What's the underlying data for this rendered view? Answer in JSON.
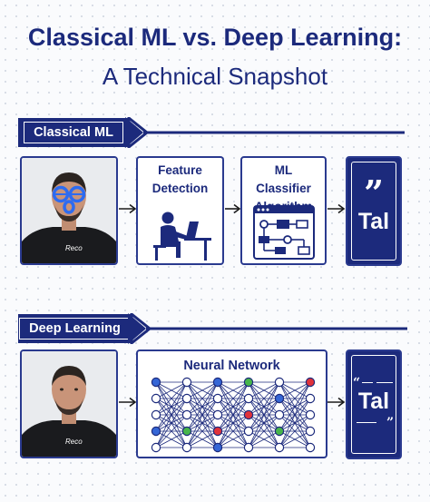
{
  "title": {
    "line1": "Classical ML vs. Deep Learning:",
    "line2": "A Technical Snapshot"
  },
  "classical": {
    "section_label": "Classical ML",
    "feature_label": "Feature Detection",
    "classifier_label": "ML Classifier Algorithm",
    "photo_text": "Reco",
    "output_text": "Tal"
  },
  "deep": {
    "section_label": "Deep Learning",
    "network_label": "Neural Network",
    "photo_text": "Reco",
    "output_text": "Tal"
  },
  "colors": {
    "navy": "#1c2a7c",
    "node_blue": "#3566d6",
    "node_red": "#e0323a",
    "node_green": "#47b54a",
    "accent_blue": "#2d6bf0"
  },
  "icons": [
    "person-at-computer-icon",
    "flowchart-icon",
    "quote-icon",
    "face-landmark-icon"
  ]
}
